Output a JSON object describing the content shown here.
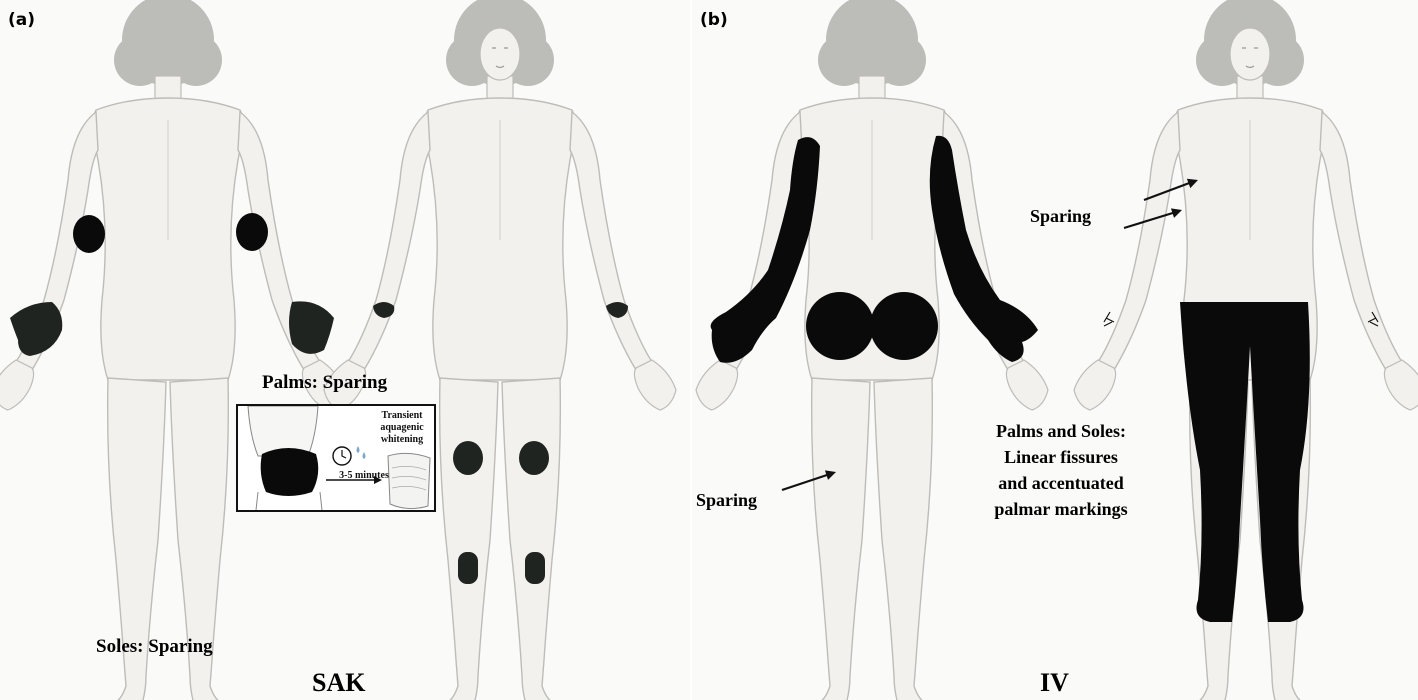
{
  "panel_a": {
    "label": "(a)",
    "palms_label": "Palms: Sparing",
    "soles_label": "Soles: Sparing",
    "condition_label": "SAK",
    "inset": {
      "duration": "3-5 minutes",
      "result": "Transient aquagenic whitening"
    }
  },
  "panel_b": {
    "label": "(b)",
    "sparing_upper": "Sparing",
    "sparing_leg": "Sparing",
    "palms_soles_line1": "Palms and Soles:",
    "palms_soles_line2": "Linear fissures",
    "palms_soles_line3": "and accentuated",
    "palms_soles_line4": "palmar markings",
    "condition_label": "IV"
  },
  "colors": {
    "skin": "#f2f1ee",
    "outline": "#bdbcb8",
    "hair": "#bcbcb8",
    "lesion_dark": "#1f2420",
    "lesion_black": "#0a0a0a"
  }
}
